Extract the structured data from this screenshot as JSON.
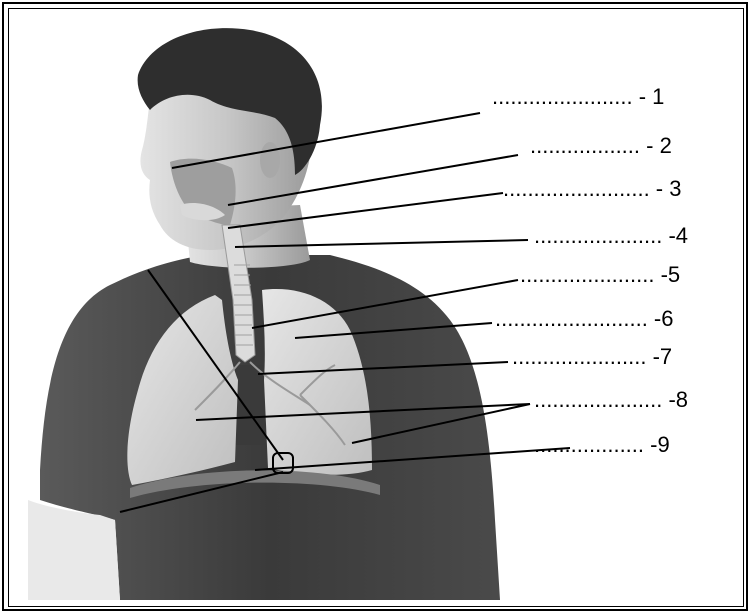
{
  "figure": {
    "subject": "human respiratory system anatomy",
    "labels": [
      {
        "id": 1,
        "text": "....................... - 1"
      },
      {
        "id": 2,
        "text": ".................. - 2"
      },
      {
        "id": 3,
        "text": "........................ - 3"
      },
      {
        "id": 4,
        "text": "..................... -4"
      },
      {
        "id": 5,
        "text": "...................... -5"
      },
      {
        "id": 6,
        "text": "......................... -6"
      },
      {
        "id": 7,
        "text": "...................... -7"
      },
      {
        "id": 8,
        "text": "..................... -8"
      },
      {
        "id": 9,
        "text": ".................. -9"
      }
    ]
  },
  "colors": {
    "shirt": "#3f3f3f",
    "skin": "#b9b9b9",
    "lung": "#d4d4d4",
    "hair": "#2a2a2a",
    "leader_line": "#000000"
  }
}
